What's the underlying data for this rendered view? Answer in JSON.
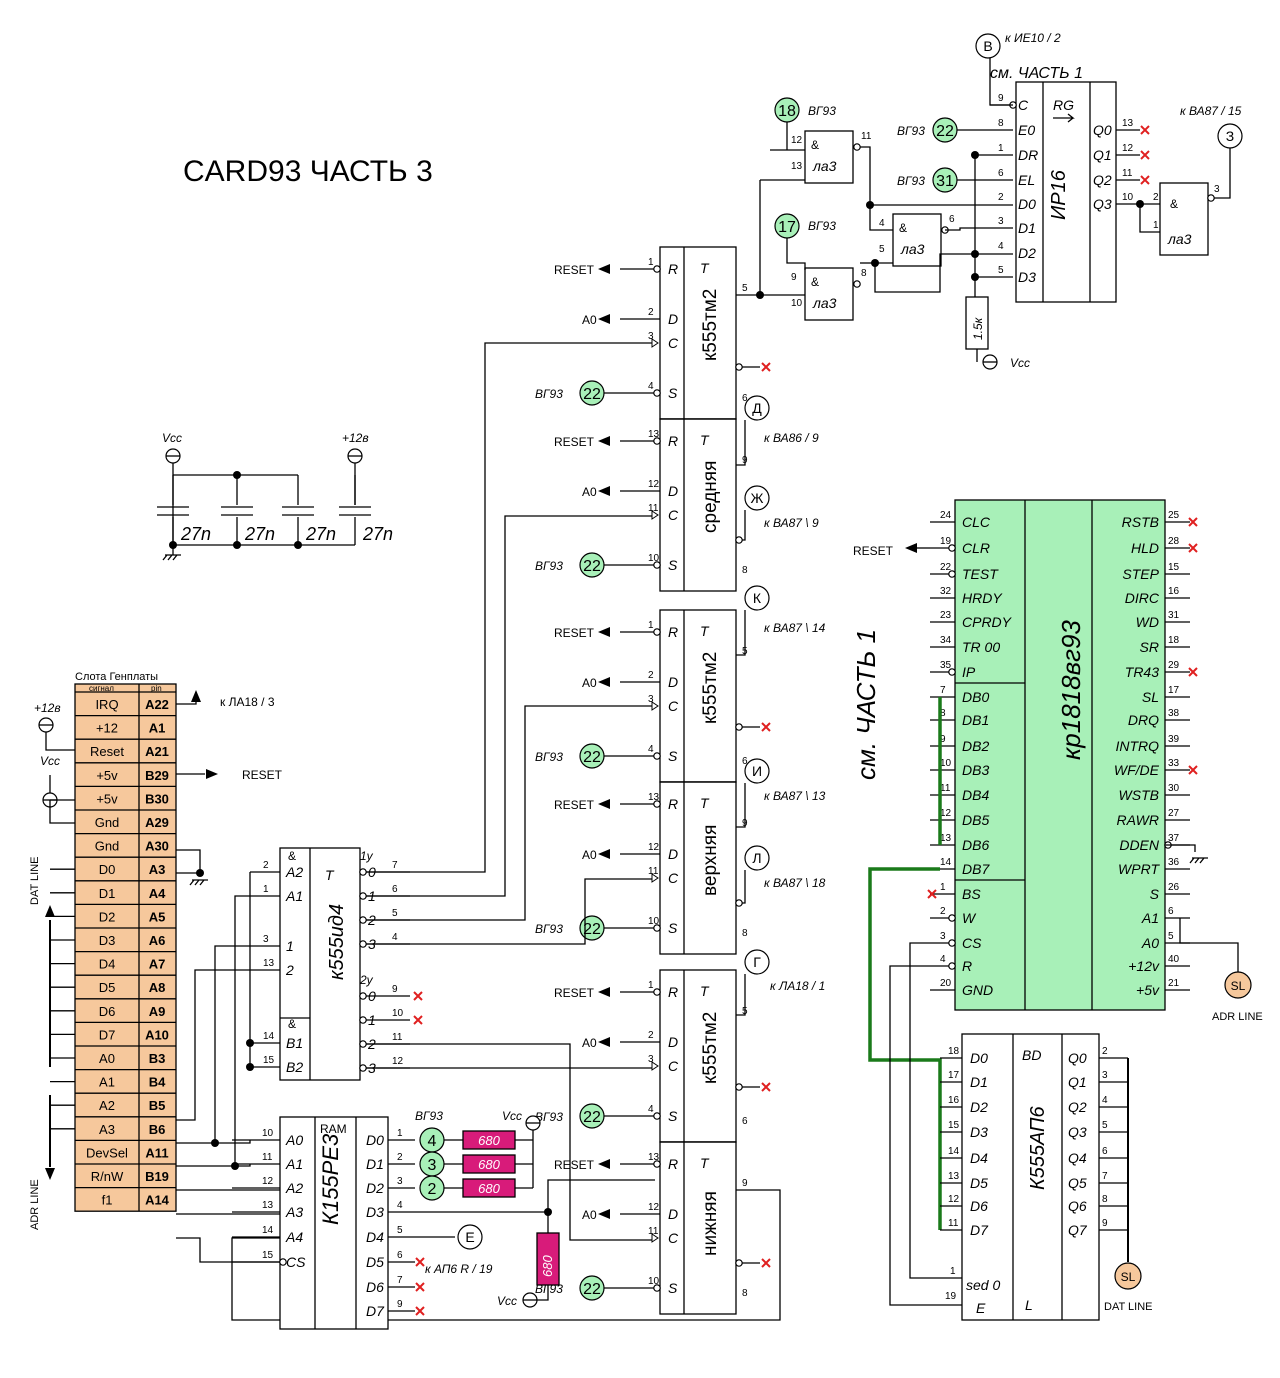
{
  "title": "CARD93  ЧАСТЬ 3",
  "see_part1": "см. ЧАСТЬ 1",
  "colors": {
    "green_fill": "#a8f0b8",
    "chip_fill": "#a8f0b8",
    "slot_fill": "#f6c89c",
    "resistor_fill": "#d81b7a",
    "wire_green": "#1a7a1a",
    "x_mark": "#e02020"
  },
  "common": {
    "reset": "RESET",
    "a0": "A0",
    "vg93": "ВГ93",
    "vcc": "Vcc",
    "plus12": "+12в",
    "cap": "27n",
    "r": "R",
    "t": "T",
    "d": "D",
    "c": "C",
    "s": "S",
    "amp": "&"
  },
  "slot": {
    "title": "Слота Генплаты",
    "h_signal": "сигнал",
    "h_pin": "pin",
    "rows": [
      [
        "IRQ",
        "A22"
      ],
      [
        "+12",
        "A1"
      ],
      [
        "Reset",
        "A21"
      ],
      [
        "+5v",
        "B29"
      ],
      [
        "+5v",
        "B30"
      ],
      [
        "Gnd",
        "A29"
      ],
      [
        "Gnd",
        "A30"
      ],
      [
        "D0",
        "A3"
      ],
      [
        "D1",
        "A4"
      ],
      [
        "D2",
        "A5"
      ],
      [
        "D3",
        "A6"
      ],
      [
        "D4",
        "A7"
      ],
      [
        "D5",
        "A8"
      ],
      [
        "D6",
        "A9"
      ],
      [
        "D7",
        "A10"
      ],
      [
        "A0",
        "B3"
      ],
      [
        "A1",
        "B4"
      ],
      [
        "A2",
        "B5"
      ],
      [
        "A3",
        "B6"
      ],
      [
        "DevSel",
        "A11"
      ],
      [
        "R/nW",
        "B19"
      ],
      [
        "f1",
        "A14"
      ]
    ],
    "k_la18_3": "к ЛА18 / 3",
    "dat_line": "DAT LINE",
    "adr_line": "ADR LINE"
  },
  "id4": {
    "name": "к555ид4",
    "pins": [
      "2",
      "1",
      "3",
      "13",
      "14",
      "15",
      "7",
      "6",
      "5",
      "4",
      "9",
      "10",
      "11",
      "12"
    ],
    "in": [
      "A2",
      "A1",
      "1",
      "2",
      "B1",
      "B2"
    ],
    "out1": "1y",
    "out2": "2y",
    "o": [
      "0",
      "1",
      "2",
      "3",
      "0",
      "1",
      "2",
      "3"
    ]
  },
  "tm_top": {
    "name": "к555тм2",
    "p": [
      "1",
      "2",
      "3",
      "4",
      "5",
      "6"
    ]
  },
  "tm_mid": {
    "name": "средняя",
    "p": [
      "13",
      "12",
      "11",
      "10",
      "9",
      "8"
    ]
  },
  "tm_up": {
    "name": "к555тм2",
    "p": [
      "1",
      "2",
      "3",
      "4",
      "5",
      "6"
    ]
  },
  "tm_upper": {
    "name": "верхняя",
    "p": [
      "13",
      "12",
      "11",
      "10",
      "9",
      "8"
    ]
  },
  "tm_low": {
    "name": "к555тм2",
    "p": [
      "1",
      "2",
      "3",
      "4",
      "5",
      "6"
    ]
  },
  "tm_lower": {
    "name": "нижняя",
    "p": [
      "13",
      "12",
      "11",
      "10",
      "9",
      "8"
    ]
  },
  "circles": {
    "D": "Д",
    "D_to": "к ВА86 / 9",
    "ZH": "Ж",
    "ZH_to": "к ВА87 \\ 9",
    "K": "К",
    "K_to": "к ВА87 \\ 14",
    "I": "И",
    "I_to": "к ВА87 \\ 13",
    "L": "Л",
    "L_to": "к ВА87 \\ 18",
    "G": "Г",
    "G_to": "к ЛА18 / 1",
    "E": "Е",
    "E_to": "к АП6 R / 19",
    "V": "В",
    "V_to": "к ИЕ10 / 2",
    "Z": "З",
    "Z_to": "к ВА87 / 15"
  },
  "green_nums": {
    "n22": "22",
    "n18": "18",
    "n17": "17",
    "n31": "31",
    "n4": "4",
    "n3": "3",
    "n2": "2"
  },
  "la3": {
    "name": "ла3",
    "p_a": [
      "12",
      "13",
      "11"
    ],
    "p_b": [
      "9",
      "10",
      "8"
    ],
    "p_c": [
      "4",
      "5",
      "6"
    ],
    "p_d": [
      "2",
      "1",
      "3"
    ]
  },
  "ir16": {
    "name": "ИР16",
    "rg": "RG",
    "in": [
      "C",
      "E0",
      "DR",
      "EL",
      "D0",
      "D1",
      "D2",
      "D3"
    ],
    "in_p": [
      "9",
      "8",
      "1",
      "6",
      "2",
      "3",
      "4",
      "5"
    ],
    "out": [
      "Q0",
      "Q1",
      "Q2",
      "Q3"
    ],
    "out_p": [
      "13",
      "12",
      "11",
      "10"
    ]
  },
  "res15": "1.5к",
  "re3": {
    "name": "К155РЕ3",
    "ram": "RAM",
    "in": [
      "A0",
      "A1",
      "A2",
      "A3",
      "A4",
      "CS"
    ],
    "in_p": [
      "10",
      "11",
      "12",
      "13",
      "14",
      "15"
    ],
    "out": [
      "D0",
      "D1",
      "D2",
      "D3",
      "D4",
      "D5",
      "D6",
      "D7"
    ],
    "out_p": [
      "1",
      "2",
      "3",
      "4",
      "5",
      "6",
      "7",
      "9"
    ],
    "r680": "680"
  },
  "vg93": {
    "name": "кр1818вг93",
    "left": [
      "CLC",
      "CLR",
      "TEST",
      "HRDY",
      "CPRDY",
      "TR 00",
      "IP",
      "DB0",
      "DB1",
      "DB2",
      "DB3",
      "DB4",
      "DB5",
      "DB6",
      "DB7",
      "BS",
      "W",
      "CS",
      "R",
      "GND"
    ],
    "left_p": [
      "24",
      "19",
      "22",
      "32",
      "23",
      "34",
      "35",
      "7",
      "8",
      "9",
      "10",
      "11",
      "12",
      "13",
      "14",
      "1",
      "2",
      "3",
      "4",
      "20"
    ],
    "right": [
      "RSTB",
      "HLD",
      "STEP",
      "DIRC",
      "WD",
      "SR",
      "TR43",
      "SL",
      "DRQ",
      "INTRQ",
      "WF/DE",
      "WSTB",
      "RAWR",
      "DDEN",
      "WPRT",
      "S",
      "A1",
      "A0",
      "+12v",
      "+5v"
    ],
    "right_p": [
      "25",
      "28",
      "15",
      "16",
      "31",
      "18",
      "29",
      "17",
      "38",
      "39",
      "33",
      "30",
      "27",
      "37",
      "36",
      "26",
      "6",
      "5",
      "40",
      "21"
    ]
  },
  "ap6": {
    "name": "К555АП6",
    "bd": "BD",
    "in": [
      "D0",
      "D1",
      "D2",
      "D3",
      "D4",
      "D5",
      "D6",
      "D7"
    ],
    "in_p": [
      "18",
      "17",
      "16",
      "15",
      "14",
      "13",
      "12",
      "11"
    ],
    "out": [
      "Q0",
      "Q1",
      "Q2",
      "Q3",
      "Q4",
      "Q5",
      "Q6",
      "Q7"
    ],
    "out_p": [
      "2",
      "3",
      "4",
      "5",
      "6",
      "7",
      "8",
      "9"
    ],
    "sed": "sed 0",
    "e": "E",
    "l": "L",
    "sed_p": "1",
    "e_p": "19"
  },
  "sl": "SL",
  "adr_line": "ADR LINE",
  "dat_line": "DAT LINE"
}
